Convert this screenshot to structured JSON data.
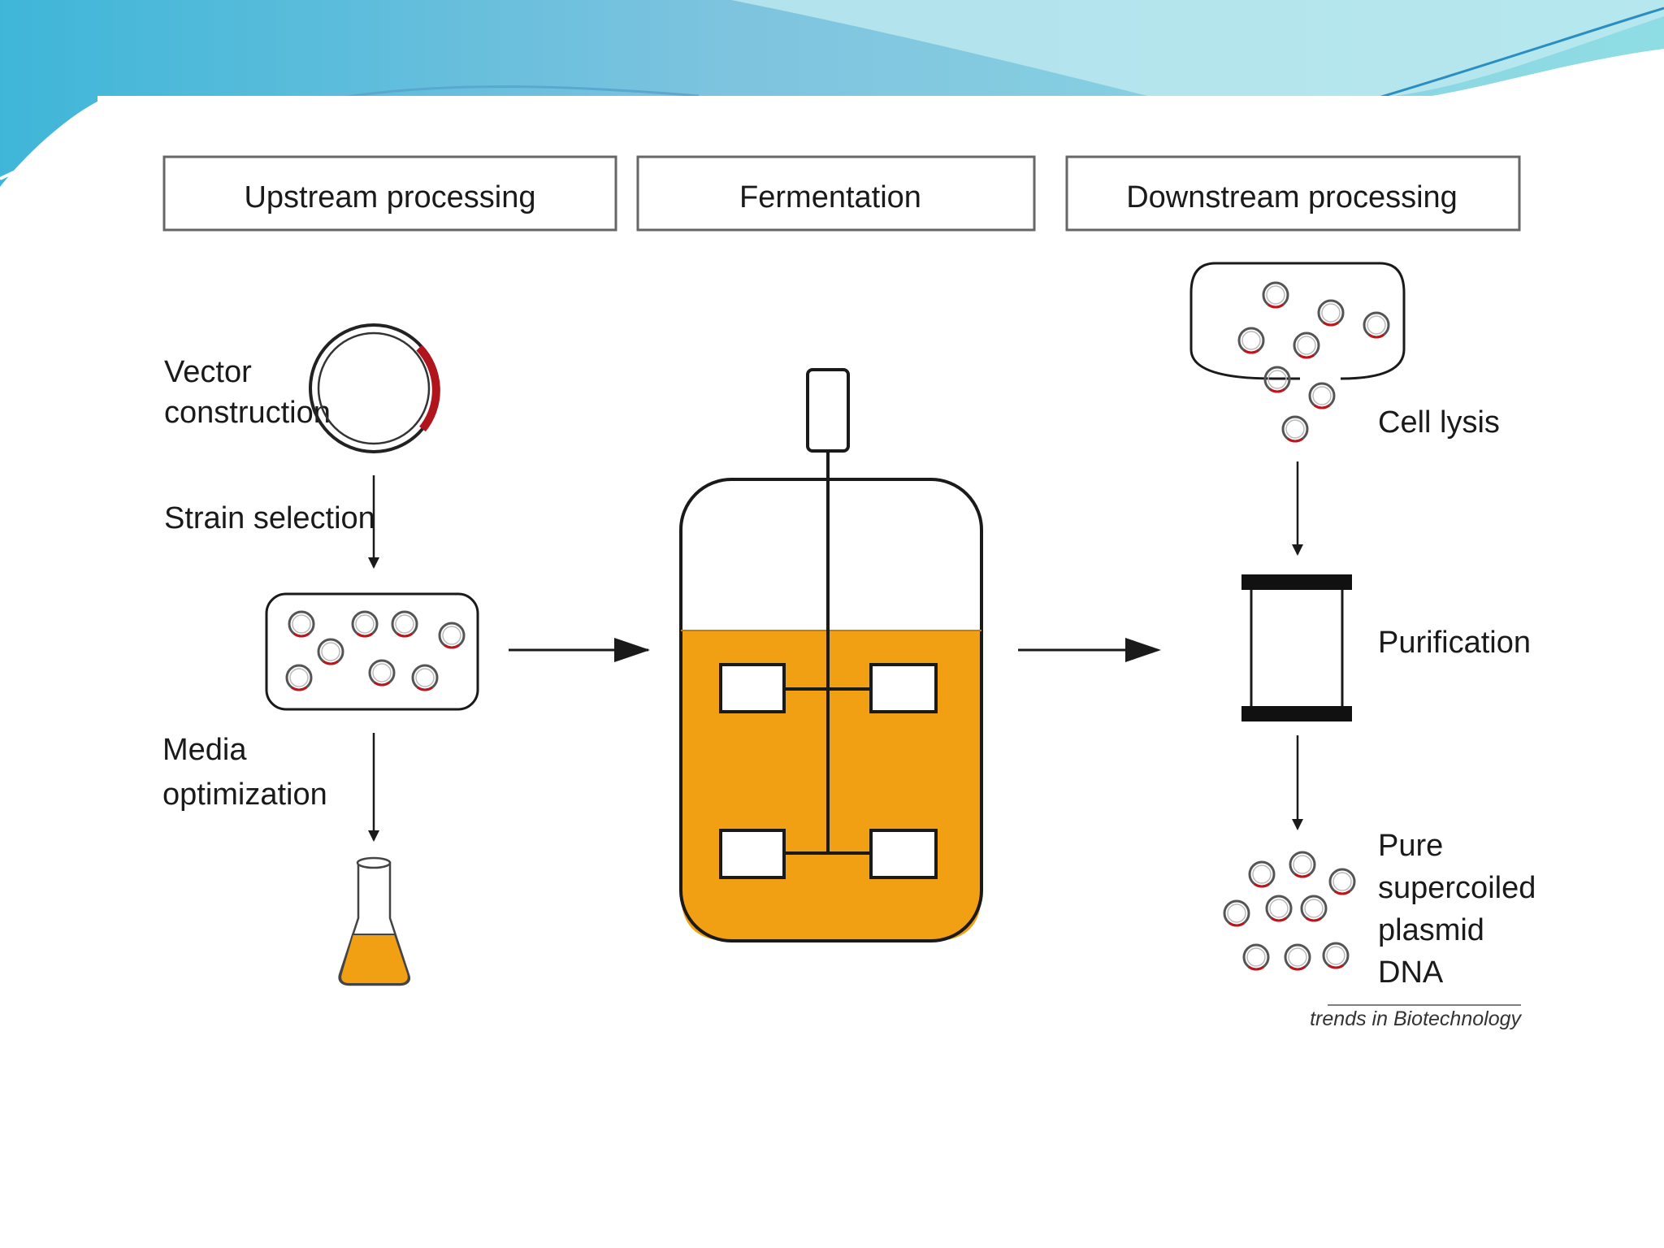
{
  "headers": {
    "upstream": "Upstream processing",
    "fermentation": "Fermentation",
    "downstream": "Downstream processing"
  },
  "upstream_steps": {
    "vector_line1": "Vector",
    "vector_line2": "construction",
    "strain": "Strain selection",
    "media_line1": "Media",
    "media_line2": "optimization"
  },
  "downstream_steps": {
    "lysis": "Cell lysis",
    "purification": "Purification",
    "product_line1": "Pure",
    "product_line2": "supercoiled",
    "product_line3": "plasmid",
    "product_line4": "DNA"
  },
  "credit": "trends in Biotechnology",
  "colors": {
    "broth": "#f2a013",
    "plasmid_marker": "#c0141c",
    "outline": "#1a1a1a",
    "header_teal": "#5cc7d6"
  }
}
